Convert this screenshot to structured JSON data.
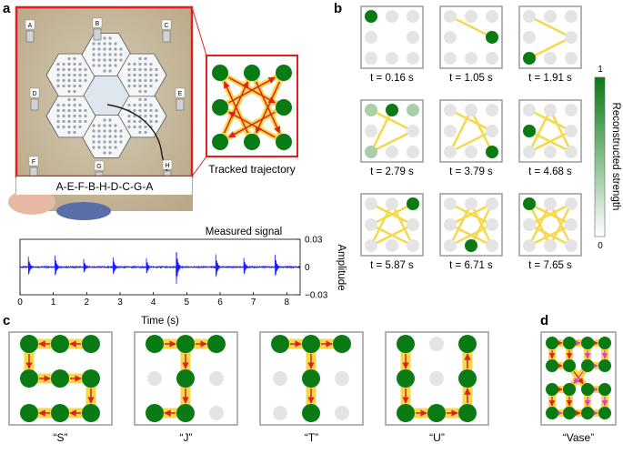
{
  "panels": {
    "a": "a",
    "b": "b",
    "c": "c",
    "d": "d"
  },
  "photo": {
    "sensor_labels": [
      "A",
      "B",
      "C",
      "D",
      "E",
      "F",
      "G",
      "H"
    ],
    "sequence_caption": "A-E-F-B-H-D-C-G-A"
  },
  "trajectory_caption": "Tracked trajectory",
  "signal_chart": {
    "title": "Measured signal",
    "xlabel": "Time (s)",
    "ylabel": "Amplitude",
    "x_ticks": [
      "0",
      "1",
      "2",
      "3",
      "4",
      "5",
      "6",
      "7",
      "8"
    ],
    "y_ticks": [
      "0.03",
      "0",
      "−0.03"
    ],
    "colors": {
      "trace": "#1a1aff"
    }
  },
  "snapshots": {
    "times": [
      "t = 0.16 s",
      "t = 1.05 s",
      "t = 1.91 s",
      "t = 2.79 s",
      "t = 3.79 s",
      "t = 4.68 s",
      "t = 5.87 s",
      "t = 6.71 s",
      "t = 7.65 s"
    ]
  },
  "colorbar": {
    "label": "Reconstructed strength",
    "max": "1",
    "min": "0"
  },
  "letters": [
    {
      "caption": "“S”"
    },
    {
      "caption": "“J”"
    },
    {
      "caption": "“T”"
    },
    {
      "caption": "“U”"
    }
  ],
  "vase": {
    "caption": "“Vase”"
  },
  "colors": {
    "panel_frame": "#e02020",
    "node": "#0a7a14",
    "node_inactive": "#e4e4e4",
    "path": "#f6d84a",
    "arrow": "#e02020",
    "arrow_alt": "#e040c0",
    "box": "#9a9a9a"
  },
  "chart_data": {
    "type": "line",
    "title": "Measured signal",
    "xlabel": "Time (s)",
    "ylabel": "Amplitude",
    "xlim": [
      0,
      8.4
    ],
    "ylim": [
      -0.03,
      0.03
    ],
    "series": [
      {
        "bursts": [
          {
            "t": 0.25,
            "amp": 0.012
          },
          {
            "t": 1.05,
            "amp": 0.013
          },
          {
            "t": 1.91,
            "amp": 0.009
          },
          {
            "t": 2.79,
            "amp": 0.011
          },
          {
            "t": 3.79,
            "amp": 0.01
          },
          {
            "t": 4.68,
            "amp": 0.024
          },
          {
            "t": 5.87,
            "amp": 0.015
          },
          {
            "t": 6.71,
            "amp": 0.011
          },
          {
            "t": 7.65,
            "amp": 0.014
          }
        ]
      }
    ]
  }
}
